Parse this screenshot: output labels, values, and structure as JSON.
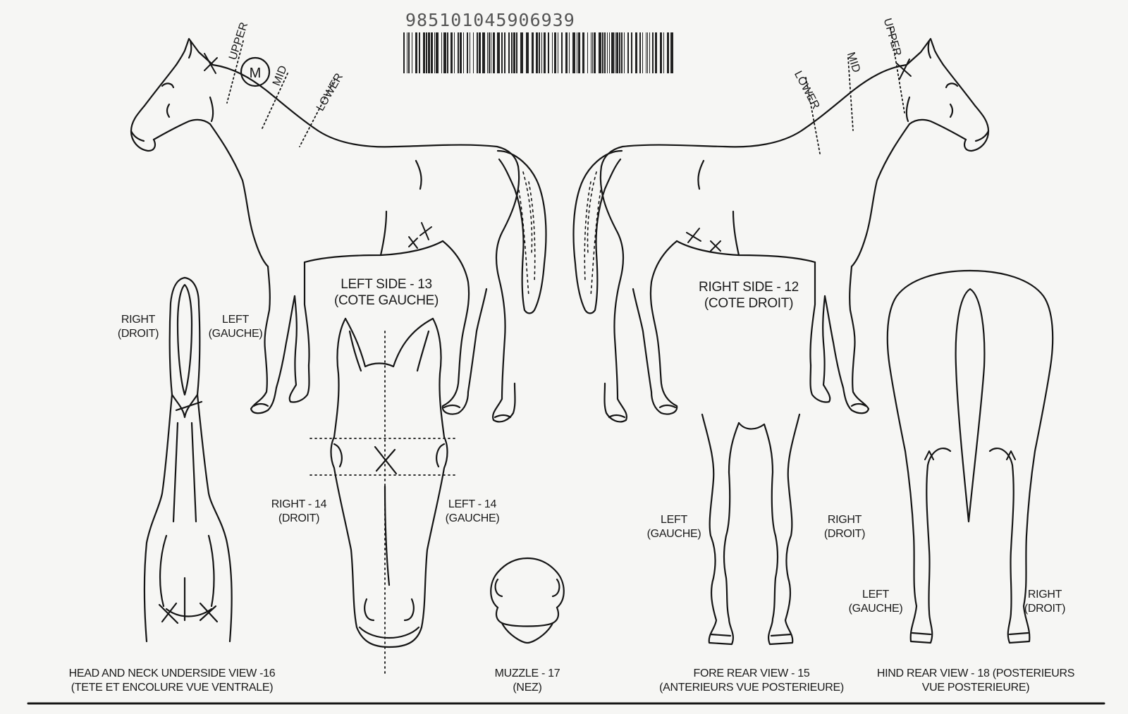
{
  "barcode": {
    "number": "985101045906939"
  },
  "left_side": {
    "title": "LEFT SIDE - 13",
    "subtitle": "(COTE GAUCHE)",
    "neck_regions": {
      "upper": "UPPER",
      "mid": "MID",
      "lower": "LOWER"
    },
    "marking_letter": "M"
  },
  "right_side": {
    "title": "RIGHT SIDE - 12",
    "subtitle": "(COTE DROIT)",
    "neck_regions": {
      "upper": "UPPER",
      "mid": "MID",
      "lower": "LOWER"
    }
  },
  "underside": {
    "right": "RIGHT",
    "right_fr": "(DROIT)",
    "left": "LEFT",
    "left_fr": "(GAUCHE)",
    "caption": "HEAD AND NECK UNDERSIDE VIEW -16",
    "caption_fr": "(TETE ET ENCOLURE VUE VENTRALE)"
  },
  "head_front": {
    "right": "RIGHT - 14",
    "right_fr": "(DROIT)",
    "left": "LEFT - 14",
    "left_fr": "(GAUCHE)"
  },
  "muzzle": {
    "caption": "MUZZLE - 17",
    "caption_fr": "(NEZ)"
  },
  "fore_rear": {
    "left": "LEFT",
    "left_fr": "(GAUCHE)",
    "right": "RIGHT",
    "right_fr": "(DROIT)",
    "caption": "FORE REAR VIEW - 15",
    "caption_fr": "(ANTERIEURS VUE POSTERIEURE)"
  },
  "hind_rear": {
    "left": "LEFT",
    "left_fr": "(GAUCHE)",
    "right": "RIGHT",
    "right_fr": "(DROIT)",
    "caption": "HIND REAR VIEW - 18 (POSTERIEURS",
    "caption_fr": "VUE POSTERIEURE)"
  }
}
